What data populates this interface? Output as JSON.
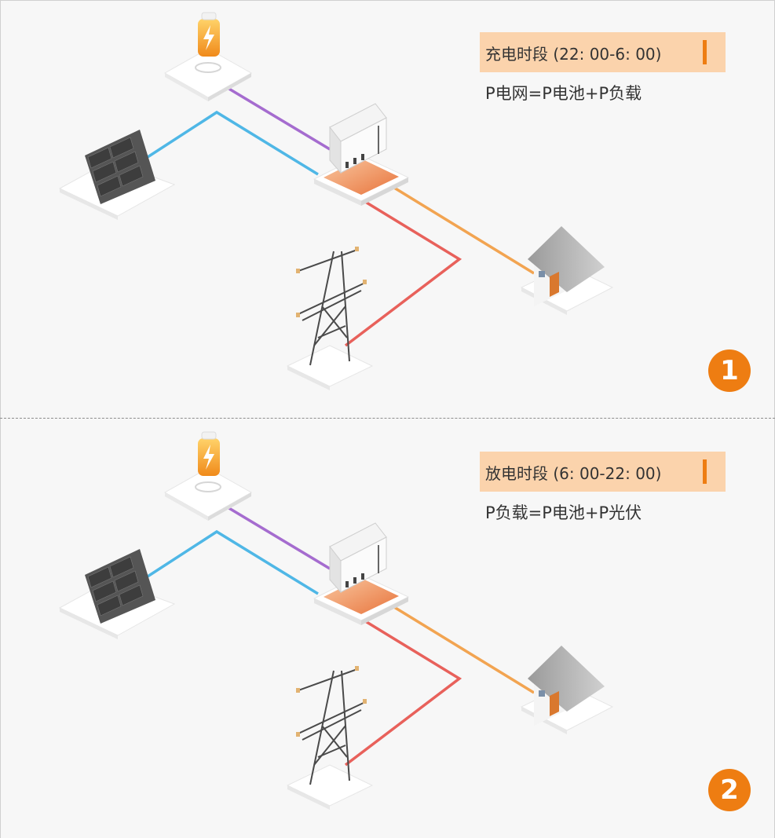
{
  "panels": [
    {
      "period_label": "充电时段 (22: 00-6: 00)",
      "formula": "P电网=P电池+P负载",
      "badge": "1"
    },
    {
      "period_label": "放电时段 (6: 00-22: 00)",
      "formula": "P负载=P电池+P光伏",
      "badge": "2"
    }
  ],
  "colors": {
    "accent": "#ee7d12",
    "label_bg": "#fbd3ac",
    "battery_line": "#a56ccf",
    "solar_line": "#4fb7e6",
    "grid_line": "#e8615b",
    "load_line": "#f2a451"
  }
}
